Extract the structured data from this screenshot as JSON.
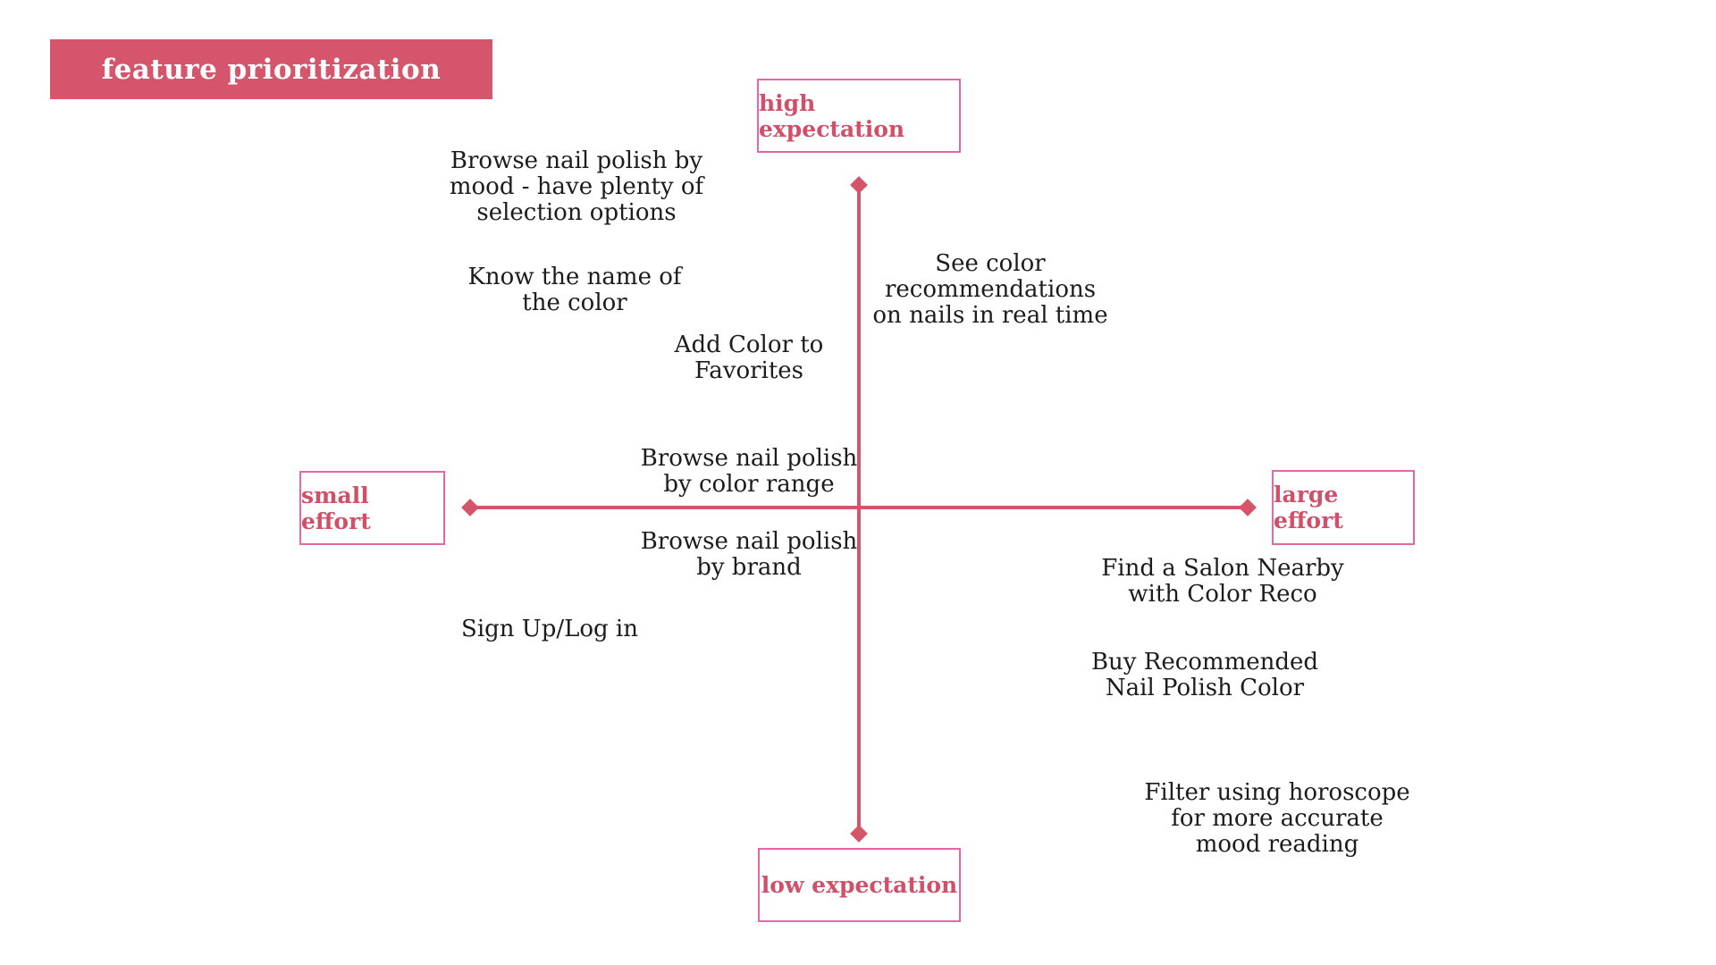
{
  "title": {
    "label": "feature prioritization"
  },
  "colors": {
    "title_bg": "#d5566c",
    "title_fg": "#ffffff",
    "axis": "#d4556a",
    "box_border": "#e667a5",
    "box_label": "#cf5068",
    "item_text": "#1c1c1c",
    "canvas_bg": "#ffffff"
  },
  "axis_labels": {
    "top": "high expectation",
    "bottom": "low expectation",
    "left": "small effort",
    "right": "large effort"
  },
  "items": [
    {
      "quadrant": "high-expectation-small-effort",
      "text": "Browse nail polish by\nmood - have plenty of\nselection options"
    },
    {
      "quadrant": "high-expectation-small-effort",
      "text": "Know the name of\nthe color"
    },
    {
      "quadrant": "high-expectation-small-effort",
      "text": "Add Color to\nFavorites"
    },
    {
      "quadrant": "high-expectation-large-effort",
      "text": "See color\nrecommendations\non nails in real time"
    },
    {
      "quadrant": "high-expectation-small-effort",
      "text": "Browse nail polish\nby color range"
    },
    {
      "quadrant": "low-expectation-small-effort",
      "text": "Browse nail polish\nby brand"
    },
    {
      "quadrant": "low-expectation-small-effort",
      "text": "Sign Up/Log in"
    },
    {
      "quadrant": "low-expectation-large-effort",
      "text": "Find a Salon Nearby\nwith Color Reco"
    },
    {
      "quadrant": "low-expectation-large-effort",
      "text": "Buy Recommended\nNail Polish Color"
    },
    {
      "quadrant": "low-expectation-large-effort",
      "text": "Filter using horoscope\nfor more accurate\nmood reading"
    }
  ]
}
